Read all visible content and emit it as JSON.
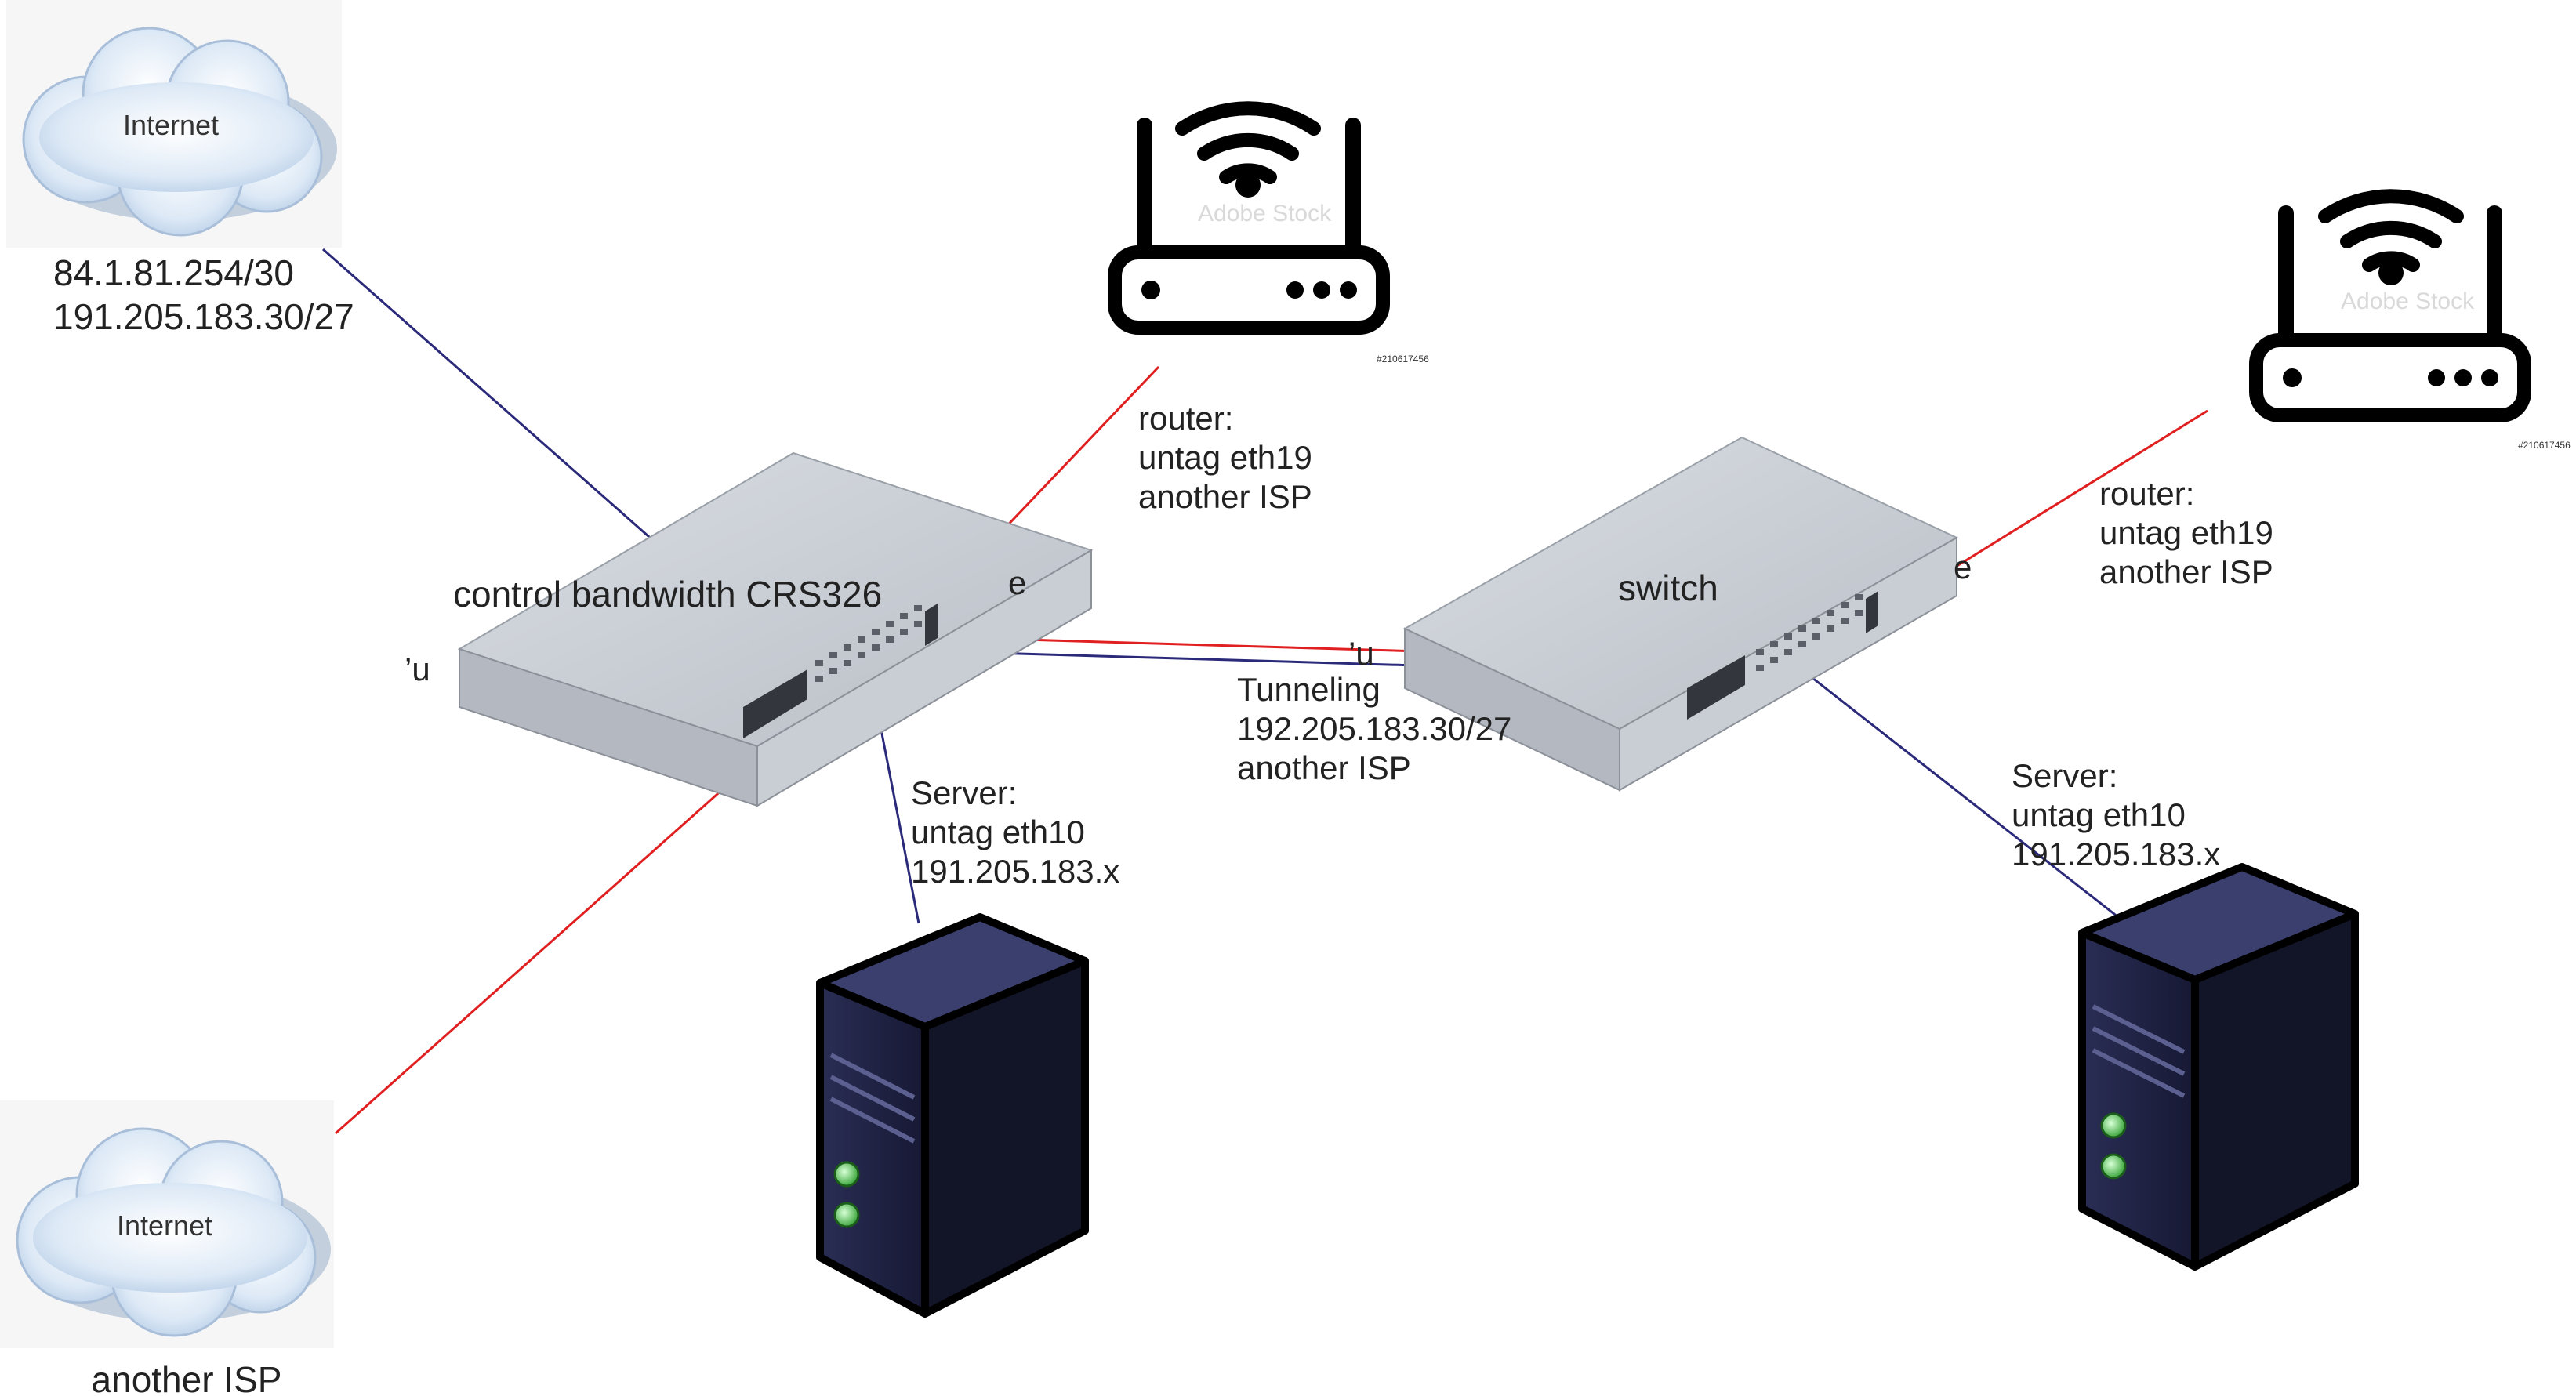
{
  "clouds": {
    "top": {
      "label": "Internet"
    },
    "bottom": {
      "label": "Internet"
    }
  },
  "internet_addresses": [
    "84.1.81.254/30",
    "191.205.183.30/27"
  ],
  "another_isp_caption": "another ISP",
  "crs326": {
    "label": "control bandwidth CRS326",
    "port_fragments": [
      "e",
      "’u"
    ]
  },
  "switch": {
    "label": "switch",
    "port_fragments": [
      "e",
      "’u"
    ]
  },
  "router_left_label": [
    "router:",
    "untag eth19",
    "another ISP"
  ],
  "router_right_label": [
    "router:",
    "untag eth19",
    "another ISP"
  ],
  "router_stock_id": "#210617456",
  "router_watermark": "Adobe Stock",
  "tunnel_label": [
    "Tunneling",
    "192.205.183.30/27",
    "another ISP"
  ],
  "server_left_label": [
    "Server:",
    "untag eth10",
    "191.205.183.x"
  ],
  "server_right_label": [
    "Server:",
    "untag eth10",
    "191.205.183.x"
  ],
  "colors": {
    "link_blue": "#2b2a7a",
    "link_red": "#e02020",
    "device_body": "#c7ccd3",
    "server_body": "#1f2240",
    "led_green": "#5fd35f"
  }
}
